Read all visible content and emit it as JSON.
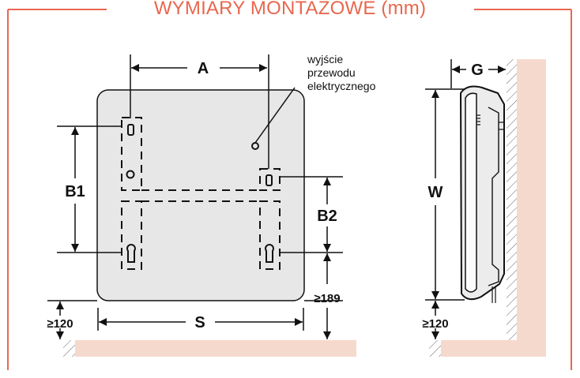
{
  "title": "WYMIARY MONTAŻOWE (mm)",
  "labels": {
    "a": "A",
    "b1": "B1",
    "b2": "B2",
    "s": "S",
    "w": "W",
    "g": "G",
    "min_bottom_front": "≥120",
    "min_bottom_right": "≥189",
    "min_bottom_side": "≥120"
  },
  "note": {
    "line1": "wyjście",
    "line2": "przewodu",
    "line3": "elektrycznego"
  },
  "colors": {
    "accent": "#e8674f",
    "floor": "#f6d9cd",
    "panel": "#e7e7e7",
    "stroke": "#111111"
  }
}
